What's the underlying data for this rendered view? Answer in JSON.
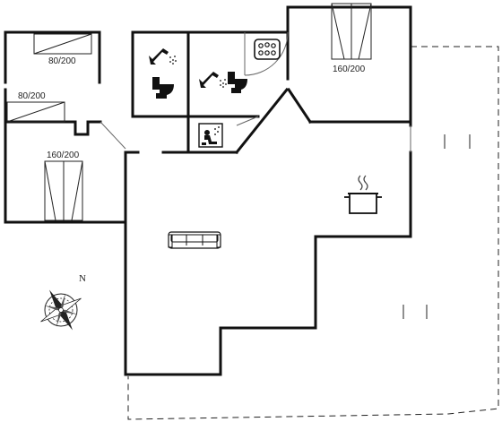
{
  "beds": [
    {
      "size": "80/200"
    },
    {
      "size": "80/200"
    },
    {
      "size": "160/200"
    },
    {
      "size": "160/200"
    }
  ],
  "compass": {
    "north": "N"
  },
  "icons": [
    "shower-icon",
    "toilet-icon",
    "whirlpool-icon",
    "sauna-icon",
    "cooking-pot-icon",
    "sofa-icon",
    "compass-rose-icon"
  ]
}
